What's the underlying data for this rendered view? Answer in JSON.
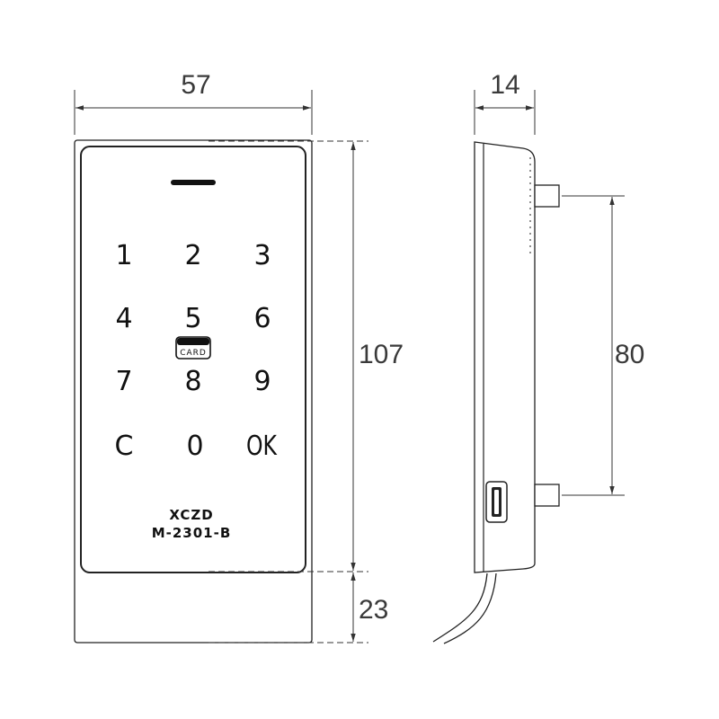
{
  "front_view": {
    "keys": [
      "1",
      "2",
      "3",
      "4",
      "5",
      "6",
      "7",
      "8",
      "9",
      "C",
      "0",
      "OK"
    ],
    "card_label": "CARD",
    "brand": "XCZD",
    "model": "M-2301-B"
  },
  "dimensions": {
    "width": "57",
    "depth": "14",
    "panel_height": "107",
    "lower_height": "23",
    "mount_spacing": "80"
  },
  "colors": {
    "line": "#222222",
    "dim_line": "#333333",
    "dim_text": "#3a3a3a",
    "background": "#ffffff"
  }
}
